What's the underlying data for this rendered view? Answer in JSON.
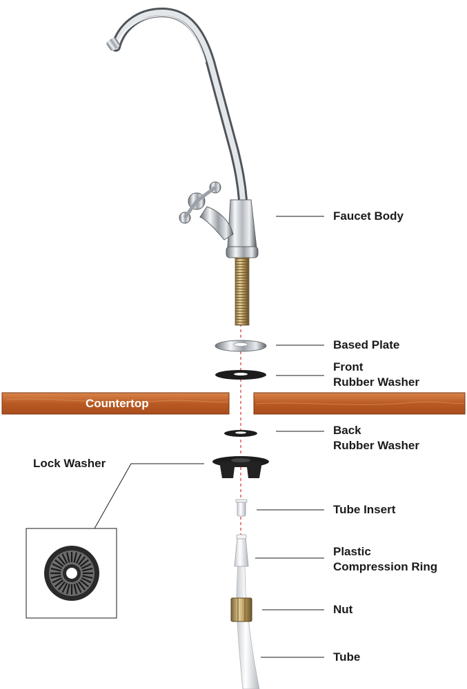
{
  "labels": {
    "faucet_body": "Faucet Body",
    "based_plate": "Based Plate",
    "front_rubber_washer": [
      "Front",
      "Rubber Washer"
    ],
    "countertop": "Countertop",
    "back_rubber_washer": [
      "Back",
      "Rubber Washer"
    ],
    "lock_washer": "Lock Washer",
    "tube_insert": "Tube Insert",
    "plastic_compression_ring": [
      "Plastic",
      "Compression Ring"
    ],
    "nut": "Nut",
    "tube": "Tube"
  },
  "colors": {
    "chrome": "#c9cdd1",
    "brass": "#b89a5c",
    "rubber": "#1c1c1c",
    "wood": "#c0612a",
    "guide_line": "#e05555",
    "label_text": "#1a1a1a"
  }
}
